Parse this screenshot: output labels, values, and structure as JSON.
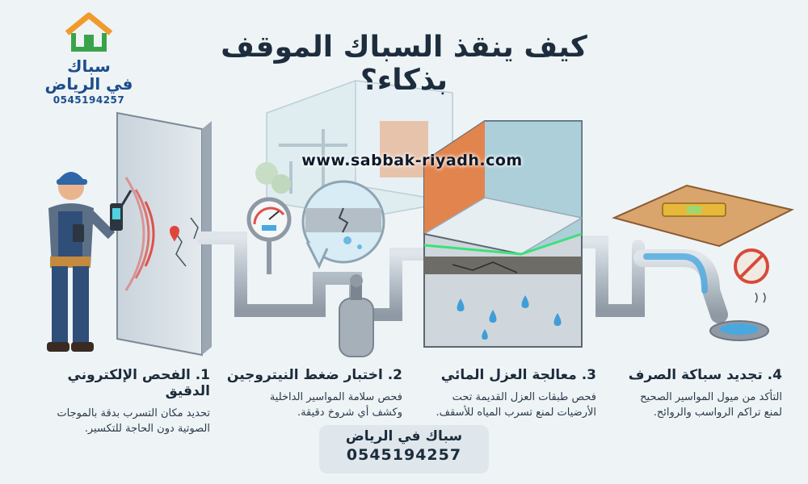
{
  "logo": {
    "name_line1": "سباك",
    "name_line2": "في الرياض",
    "phone": "0545194257"
  },
  "title": "كيف ينقذ السباك الموقف بذكاء؟",
  "watermark": "www.sabbak-riyadh.com",
  "steps": [
    {
      "title": "1. الفحص الإلكتروني الدقيق",
      "line1": "تحديد مكان التسرب بدقة بالموجات",
      "line2": "الصوتية دون الحاجة للتكسير."
    },
    {
      "title": "2. اختبار ضغط النيتروجين",
      "line1": "فحص سلامة المواسير الداخلية",
      "line2": "وكشف أي شروخ دقيقة."
    },
    {
      "title": "3. معالجة العزل المائي",
      "line1": "فحص طبقات العزل القديمة تحت",
      "line2": "الأرضيات لمنع تسرب المياه للأسقف."
    },
    {
      "title": "4. تجديد سباكة الصرف",
      "line1": "التأكد من ميول المواسير الصحيح",
      "line2": "لمنع تراكم الرواسب والروائح."
    }
  ],
  "footer": {
    "name": "سباك في الرياض",
    "phone": "0545194257"
  },
  "colors": {
    "pipe": "#a9b4bd",
    "brand_green": "#3aa34a",
    "brand_orange": "#f19a2b",
    "brand_blue": "#1c4d8c",
    "water": "#4aa8e0"
  }
}
